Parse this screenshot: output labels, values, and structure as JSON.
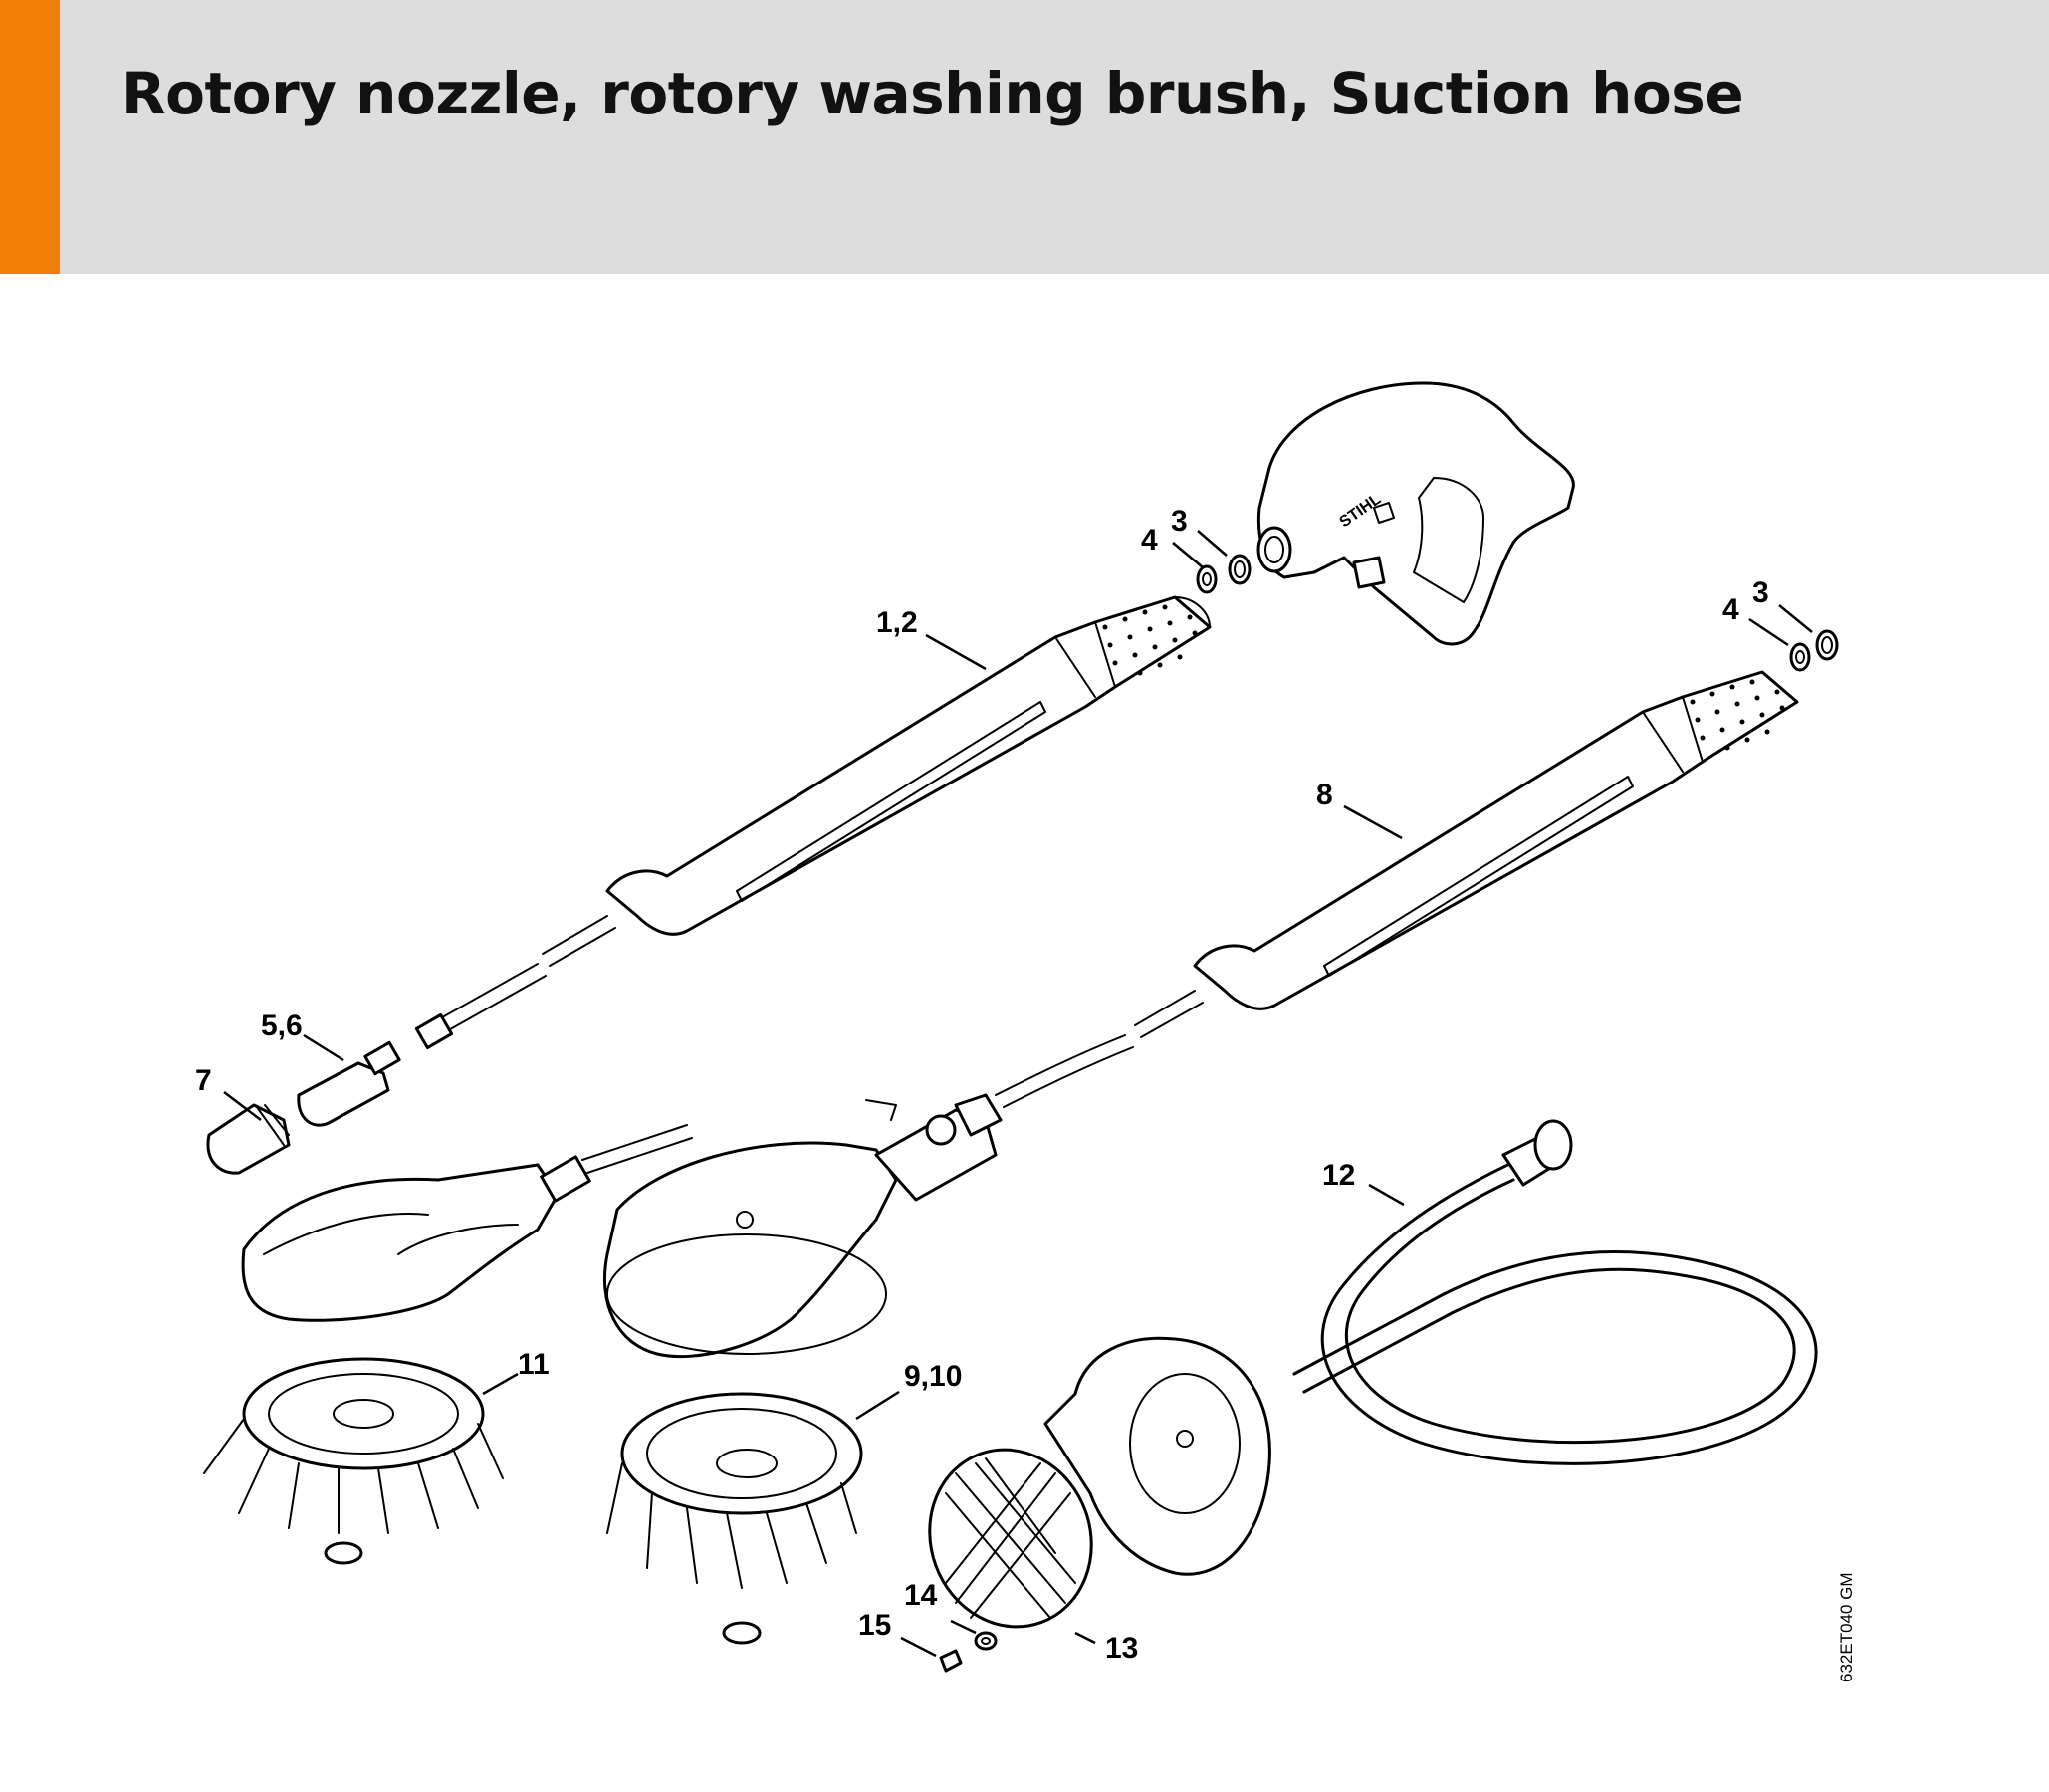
{
  "header": {
    "title": "Rotory nozzle, rotory washing brush, Suction hose",
    "accent_color": "#f07f09",
    "band_color": "#dcdddc"
  },
  "diagram": {
    "callouts": {
      "c12": "1,2",
      "c3a": "3",
      "c4a": "4",
      "c3b": "3",
      "c4b": "4",
      "c56": "5,6",
      "c7": "7",
      "c8": "8",
      "c910": "9,10",
      "c11": "11",
      "c12b": "12",
      "c13": "13",
      "c14": "14",
      "c15": "15"
    },
    "drawing_code": "632ET040 GM",
    "gun_logo_text": "STIHL"
  }
}
